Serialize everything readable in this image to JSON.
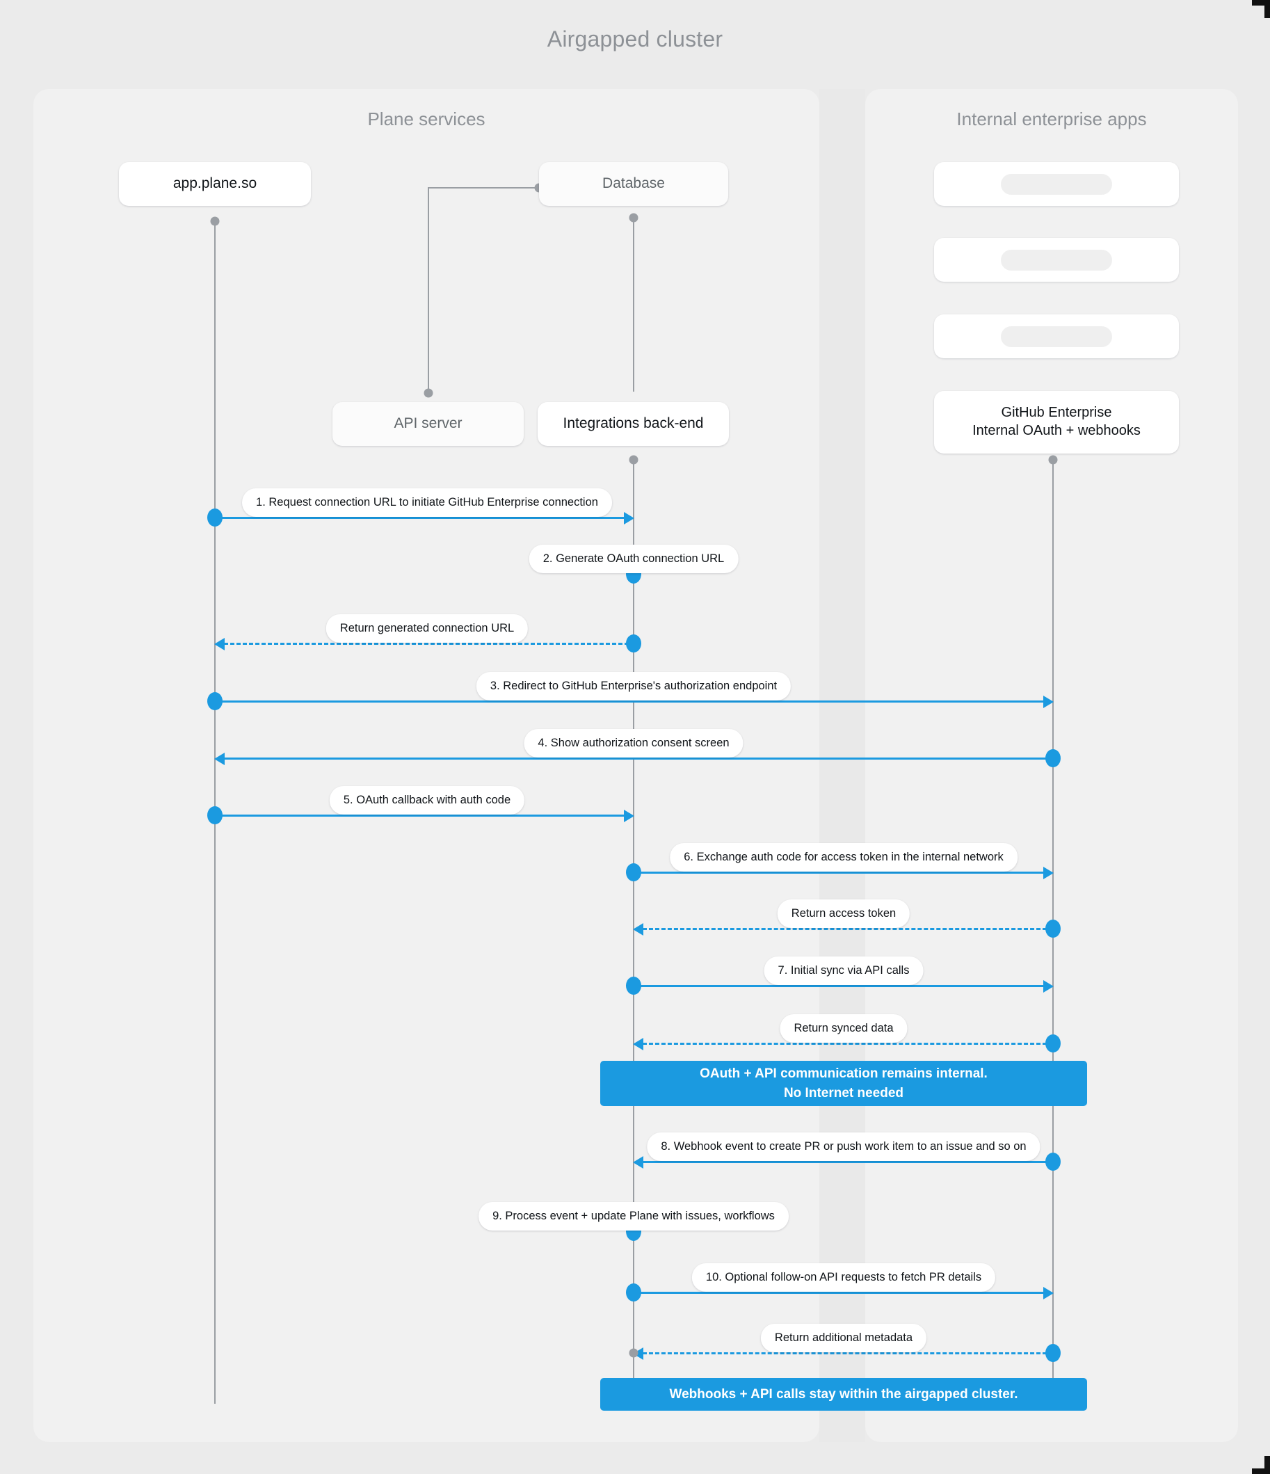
{
  "diagram": {
    "title": "Airgapped cluster",
    "accent_color": "#1b9ae0",
    "background_color": "#ebebeb",
    "panel_color": "#f1f1f1",
    "lifeline_color": "#9a9ea3"
  },
  "panels": [
    {
      "id": "plane-services",
      "title": "Plane services"
    },
    {
      "id": "internal-enterprise-apps",
      "title": "Internal enterprise apps"
    }
  ],
  "participants": [
    {
      "id": "app",
      "label": "app.plane.so",
      "style": "solid"
    },
    {
      "id": "database",
      "label": "Database",
      "style": "muted"
    },
    {
      "id": "api",
      "label": "API server",
      "style": "muted"
    },
    {
      "id": "integrations",
      "label": "Integrations back-end",
      "style": "solid"
    },
    {
      "id": "github",
      "label": "GitHub Enterprise\nInternal OAuth + webhooks",
      "line1": "GitHub Enterprise",
      "line2": "Internal OAuth + webhooks",
      "style": "solid"
    }
  ],
  "placeholder_boxes": [
    {
      "id": "placeholder-app-1"
    },
    {
      "id": "placeholder-app-2"
    },
    {
      "id": "placeholder-app-3"
    }
  ],
  "messages": [
    {
      "n": 1,
      "label": "1. Request connection URL to initiate GitHub Enterprise connection",
      "from": "app",
      "to": "integrations",
      "kind": "solid",
      "dir": "right"
    },
    {
      "n": 2,
      "label": "2. Generate OAuth connection URL",
      "from": "integrations",
      "to": "integrations",
      "kind": "self",
      "dir": "self"
    },
    {
      "n": 3,
      "label": "Return generated connection URL",
      "from": "integrations",
      "to": "app",
      "kind": "dashed",
      "dir": "left"
    },
    {
      "n": 4,
      "label": "3. Redirect to GitHub Enterprise's authorization endpoint",
      "from": "app",
      "to": "github",
      "kind": "solid",
      "dir": "right"
    },
    {
      "n": 5,
      "label": "4. Show authorization consent screen",
      "from": "github",
      "to": "app",
      "kind": "solid",
      "dir": "left"
    },
    {
      "n": 6,
      "label": "5. OAuth callback with auth code",
      "from": "app",
      "to": "integrations",
      "kind": "solid",
      "dir": "right"
    },
    {
      "n": 7,
      "label": "6. Exchange auth code for access token in the internal network",
      "from": "integrations",
      "to": "github",
      "kind": "solid",
      "dir": "right"
    },
    {
      "n": 8,
      "label": "Return access token",
      "from": "github",
      "to": "integrations",
      "kind": "dashed",
      "dir": "left"
    },
    {
      "n": 9,
      "label": "7. Initial sync via API calls",
      "from": "integrations",
      "to": "github",
      "kind": "solid",
      "dir": "right"
    },
    {
      "n": 10,
      "label": "Return synced data",
      "from": "github",
      "to": "integrations",
      "kind": "dashed",
      "dir": "left"
    },
    {
      "n": 11,
      "label": "8. Webhook event to create PR  or push work item to an issue  and so on",
      "from": "github",
      "to": "integrations",
      "kind": "solid",
      "dir": "left"
    },
    {
      "n": 12,
      "label": "9. Process event + update Plane with issues, workflows",
      "from": "integrations",
      "to": "integrations",
      "kind": "self",
      "dir": "self"
    },
    {
      "n": 13,
      "label": "10. Optional follow-on API requests to fetch PR details",
      "from": "integrations",
      "to": "github",
      "kind": "solid",
      "dir": "right"
    },
    {
      "n": 14,
      "label": "Return additional metadata",
      "from": "github",
      "to": "integrations",
      "kind": "dashed",
      "dir": "left"
    }
  ],
  "notes": [
    {
      "id": "note-internal",
      "line1": "OAuth + API communication remains internal.",
      "line2": "No Internet needed"
    },
    {
      "id": "note-airgap",
      "line1": "Webhooks + API calls stay within the airgapped cluster.",
      "line2": ""
    }
  ]
}
